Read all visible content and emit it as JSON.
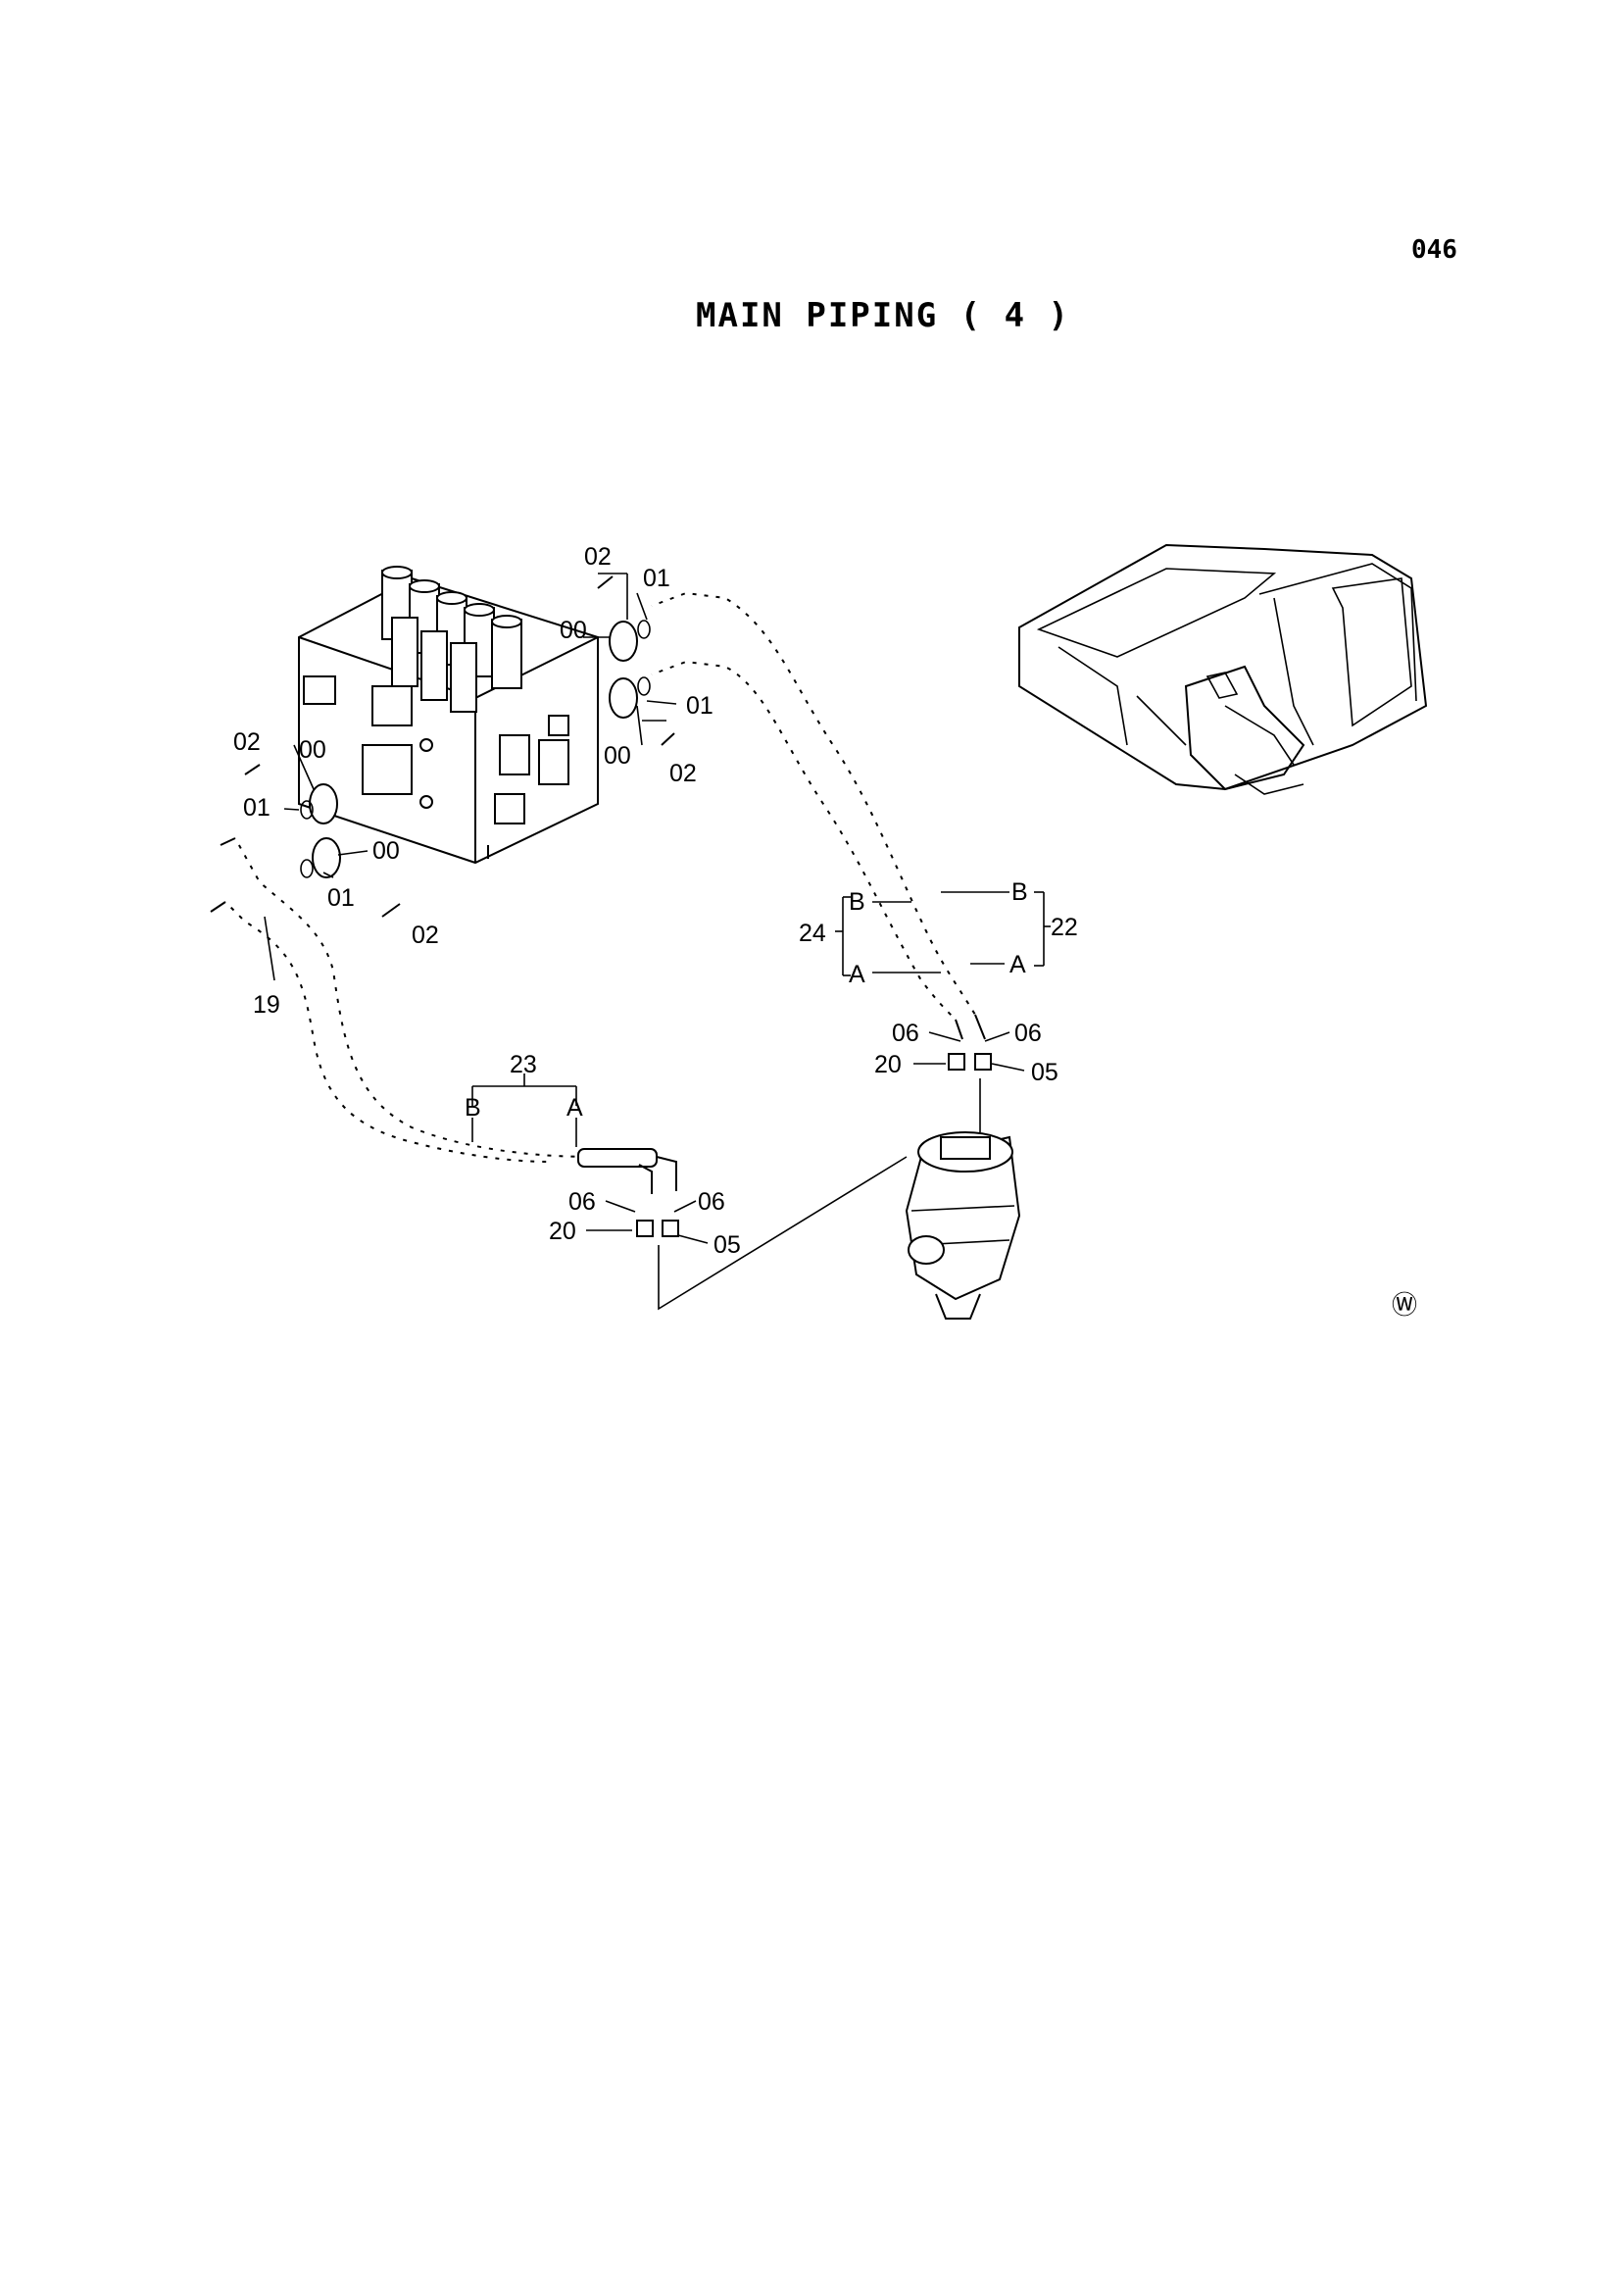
{
  "page": {
    "number": "046",
    "title": "MAIN PIPING ( 4 )",
    "watermark_symbol": "Ⓦ"
  },
  "callouts": {
    "c02_top": "02",
    "c01_top": "01",
    "c00_top": "00",
    "c01_mid": "01",
    "c00_mid": "00",
    "c02_mid": "02",
    "c02_left": "02",
    "c00_left": "00",
    "c01_left": "01",
    "c00_left2": "00",
    "c01_left2": "01",
    "c02_left2": "02",
    "c19": "19",
    "c23": "23",
    "c23_B": "B",
    "c23_A": "A",
    "c24": "24",
    "c24_B": "B",
    "c24_A": "A",
    "c22": "22",
    "c22_B": "B",
    "c22_A": "A",
    "c06_r1": "06",
    "c06_r2": "06",
    "c20_r": "20",
    "c05_r": "05",
    "c06_l1": "06",
    "c06_l2": "06",
    "c20_l": "20",
    "c05_l": "05"
  },
  "icons": [
    "control-valve-icon",
    "swing-motor-icon",
    "excavator-locator-icon",
    "hose-icon",
    "flange-icon",
    "o-ring-icon",
    "bolt-icon",
    "elbow-fitting-icon"
  ]
}
